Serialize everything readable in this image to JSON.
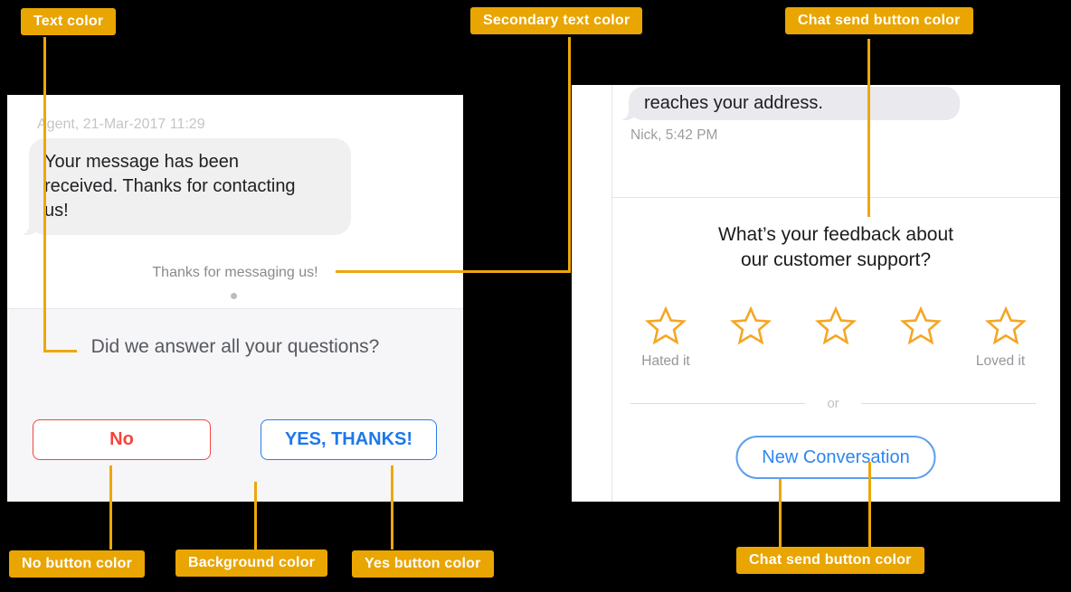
{
  "accent": {
    "label_bg": "#E9A502",
    "label_text": "#FFFFFF",
    "line_color": "#EDA70A"
  },
  "annotations": {
    "text_color": "Text color",
    "secondary_text_color": "Secondary text color",
    "chat_send_top": "Chat send button color",
    "no_button_color": "No button color",
    "background_color": "Background color",
    "yes_button_color": "Yes button color",
    "chat_send_bottom": "Chat send button color"
  },
  "left_chat": {
    "timestamp": "Agent, 21-Mar-2017 11:29",
    "message": "Your message has been received. Thanks for contacting us!",
    "message_lines": [
      "Your message has been",
      "received. Thanks for contacting",
      "us!"
    ],
    "secondary_text": "Thanks for messaging us!",
    "question": "Did we answer all your questions?",
    "no_label": "No",
    "yes_label": "YES, THANKS!",
    "colors": {
      "text": "#202124",
      "timestamp": "#C5C5C7",
      "secondary_text": "#8A8A8E",
      "bubble": "#F0F0F0",
      "background": "#F6F6F8",
      "no_button": "#F4453C",
      "yes_button": "#1E78E8"
    }
  },
  "right_chat": {
    "message_fragment": "reaches your address.",
    "timestamp": "Nick, 5:42 PM",
    "question_line1": "What’s your feedback about",
    "question_line2": "our customer support?",
    "star_count": 5,
    "rating_low": "Hated it",
    "rating_high": "Loved it",
    "divider_text": "or",
    "button_label": "New Conversation",
    "colors": {
      "star": "#F5A623",
      "bubble": "#E9E9EE",
      "send_button": "#2E86F0"
    }
  }
}
